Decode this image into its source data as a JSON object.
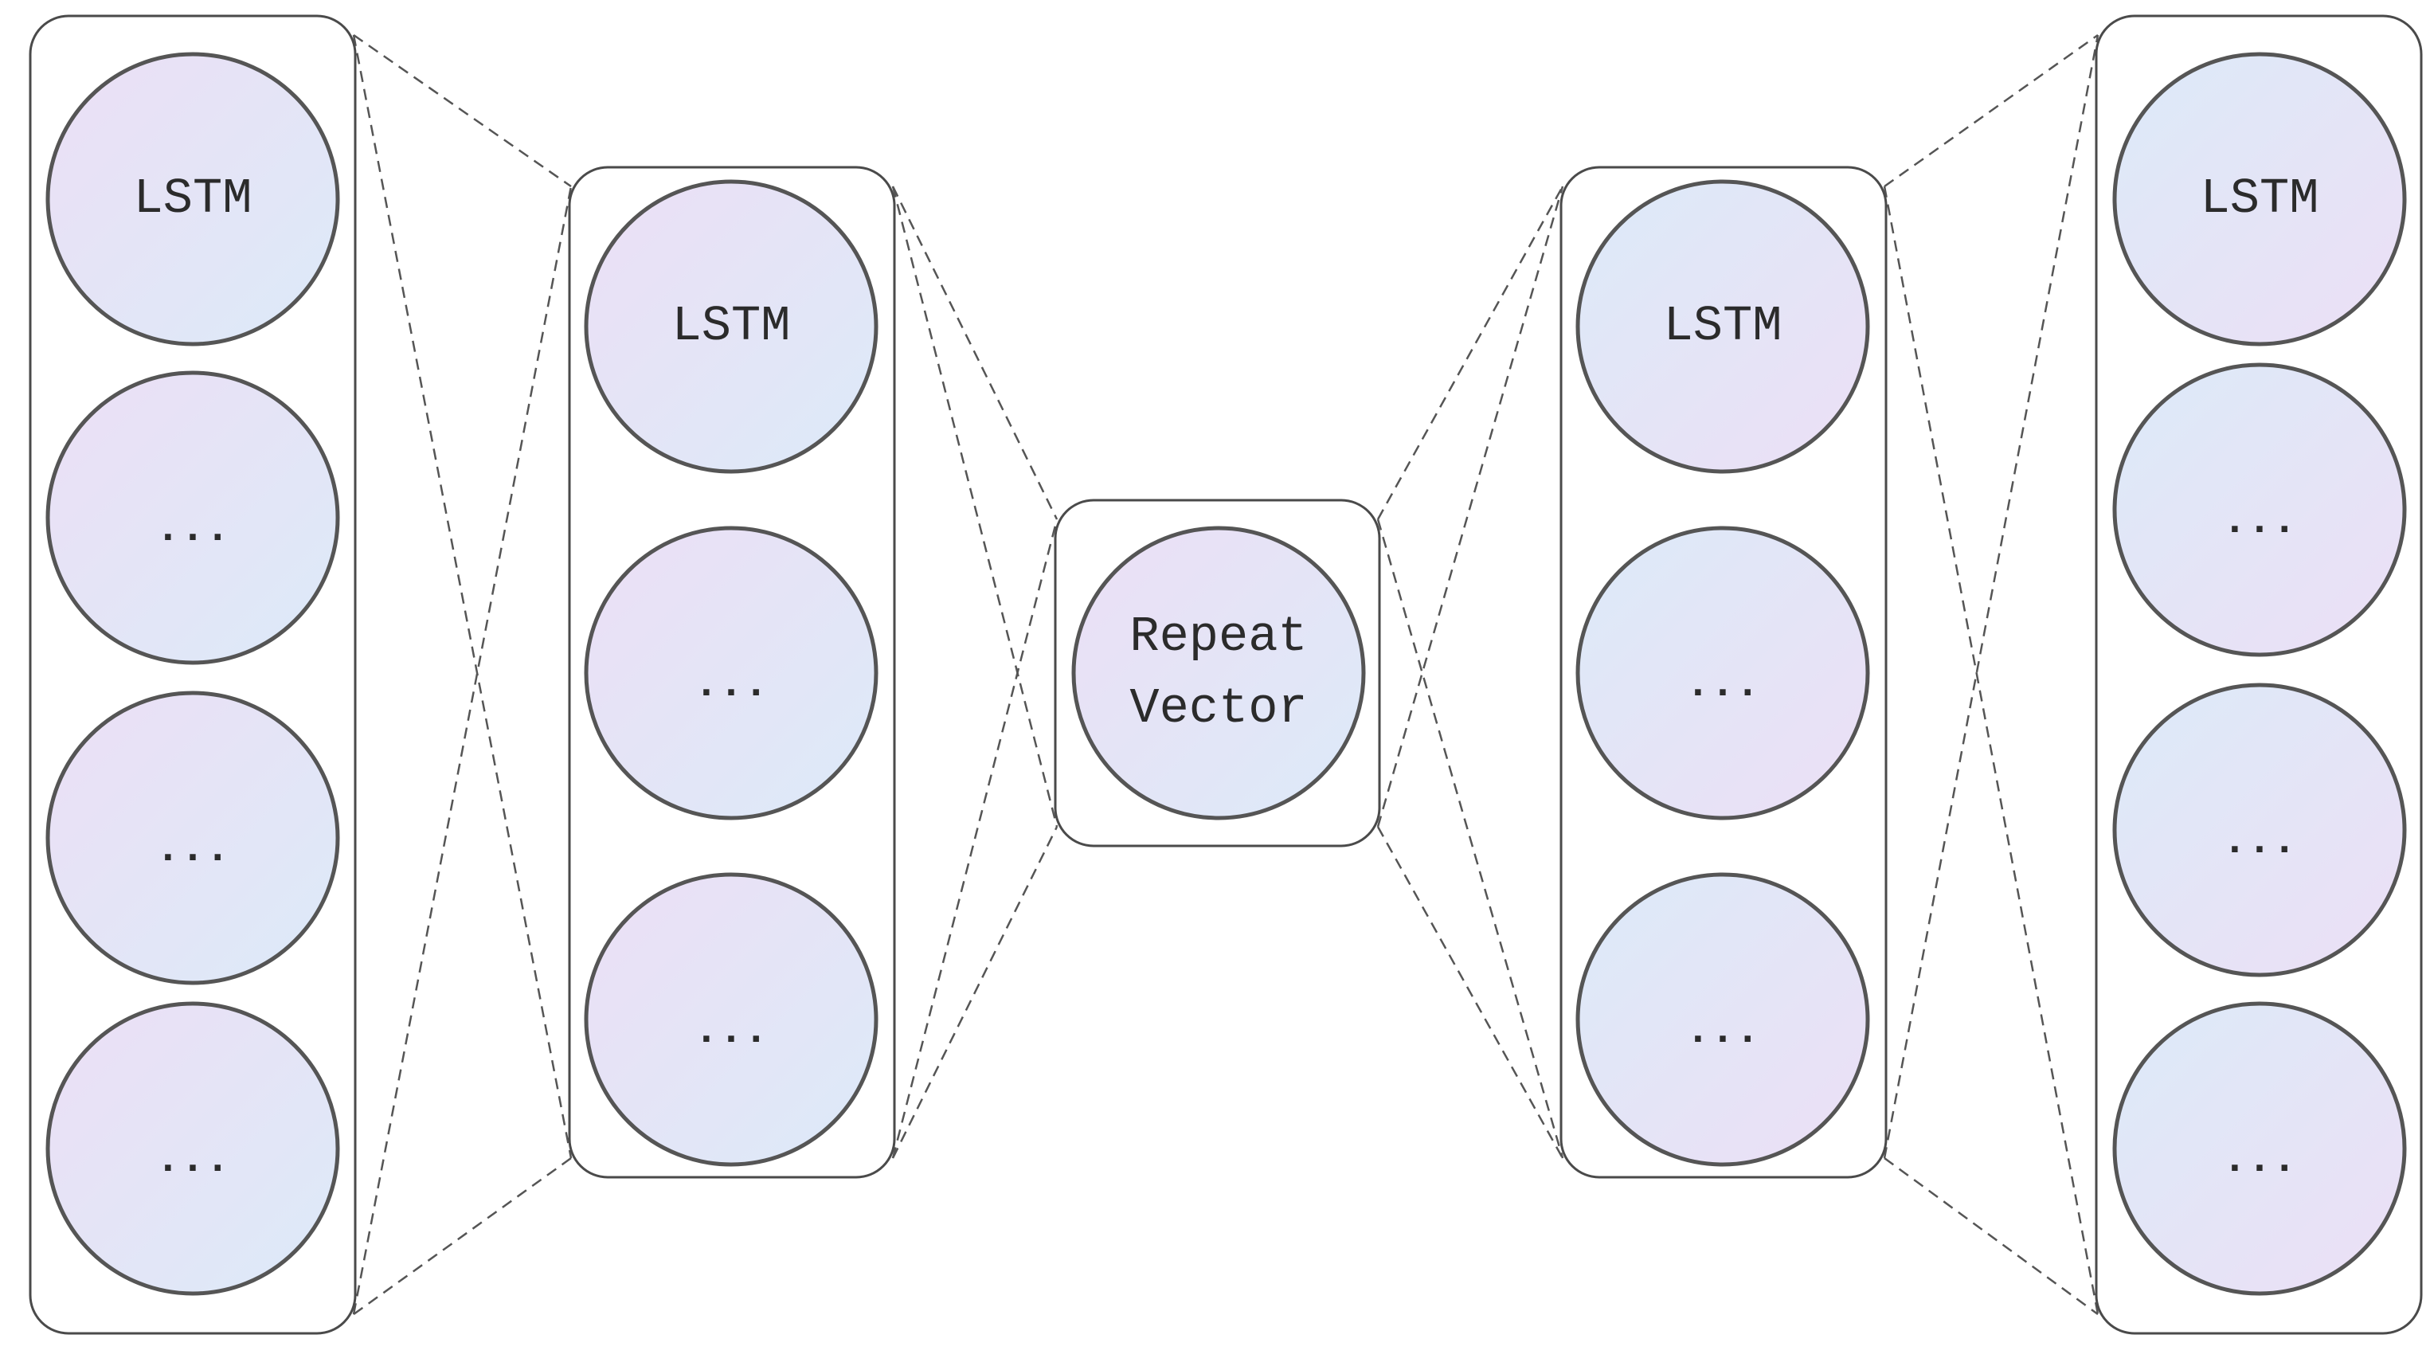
{
  "colors": {
    "node_purple": "#ecdff5",
    "node_blue": "#dceaf8",
    "box_stroke": "#4a4a4a",
    "circle_stroke": "#555555",
    "dashed_line": "#555555"
  },
  "layers": [
    {
      "id": "encoder-input",
      "nodes": [
        {
          "label": "LSTM",
          "gradient": "purple-to-blue"
        },
        {
          "label": "...",
          "gradient": "purple-to-blue"
        },
        {
          "label": "...",
          "gradient": "purple-to-blue"
        },
        {
          "label": "...",
          "gradient": "purple-to-blue"
        }
      ]
    },
    {
      "id": "encoder-hidden",
      "nodes": [
        {
          "label": "LSTM",
          "gradient": "purple-to-blue"
        },
        {
          "label": "...",
          "gradient": "purple-to-blue"
        },
        {
          "label": "...",
          "gradient": "purple-to-blue"
        }
      ]
    },
    {
      "id": "bottleneck",
      "nodes": [
        {
          "label": "Repeat\nVector",
          "gradient": "purple-to-blue"
        }
      ]
    },
    {
      "id": "decoder-hidden",
      "nodes": [
        {
          "label": "LSTM",
          "gradient": "blue-to-purple"
        },
        {
          "label": "...",
          "gradient": "blue-to-purple"
        },
        {
          "label": "...",
          "gradient": "blue-to-purple"
        }
      ]
    },
    {
      "id": "decoder-output",
      "nodes": [
        {
          "label": "LSTM",
          "gradient": "blue-to-purple"
        },
        {
          "label": "...",
          "gradient": "blue-to-purple"
        },
        {
          "label": "...",
          "gradient": "blue-to-purple"
        },
        {
          "label": "...",
          "gradient": "blue-to-purple"
        }
      ]
    }
  ]
}
